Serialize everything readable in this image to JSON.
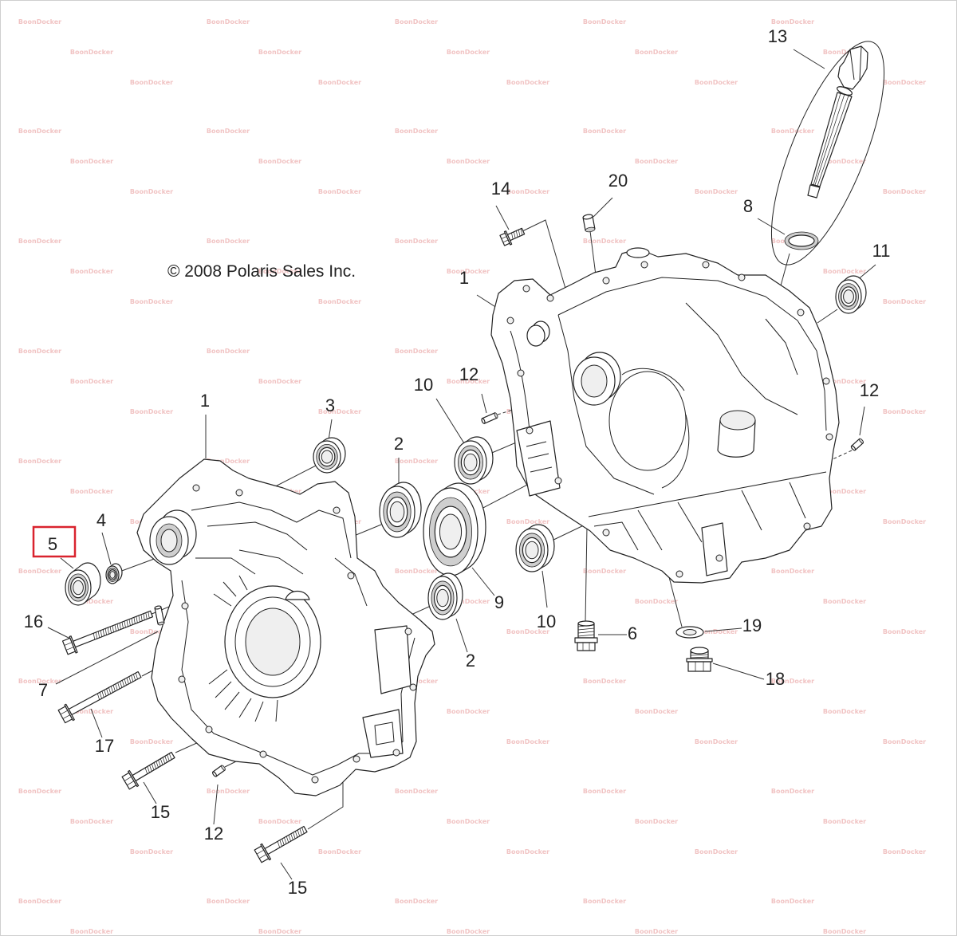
{
  "copyright": "© 2008 Polaris Sales Inc.",
  "watermark": "BoonDocker",
  "callouts": [
    "13",
    "20",
    "14",
    "8",
    "11",
    "1",
    "12",
    "10",
    "12",
    "1",
    "3",
    "2",
    "4",
    "5",
    "9",
    "16",
    "10",
    "6",
    "19",
    "2",
    "18",
    "7",
    "17",
    "15",
    "12",
    "15"
  ],
  "colors": {
    "line": "#222222",
    "highlight": "#d9232e",
    "watermark": "#f1c4c4",
    "background": "#ffffff"
  }
}
